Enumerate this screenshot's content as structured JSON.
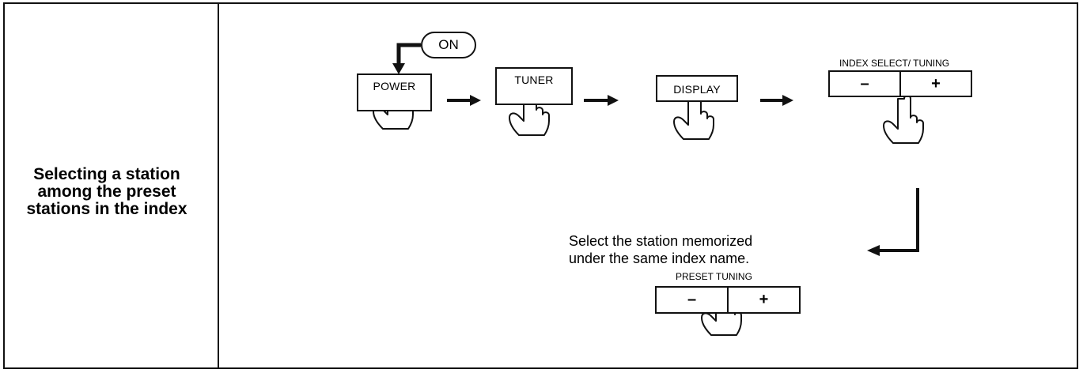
{
  "title_lines": [
    "Selecting a station",
    "among the preset",
    "stations in the index"
  ],
  "steps": {
    "power": "POWER",
    "on": "ON",
    "tuner": "TUNER",
    "display": "DISPLAY"
  },
  "index_select": {
    "label": "INDEX SELECT/ TUNING",
    "minus": "–",
    "plus": "+"
  },
  "note_lines": [
    "Select the station memorized",
    "under the same index name."
  ],
  "preset_tuning": {
    "label": "PRESET TUNING",
    "minus": "–",
    "plus": "+"
  }
}
